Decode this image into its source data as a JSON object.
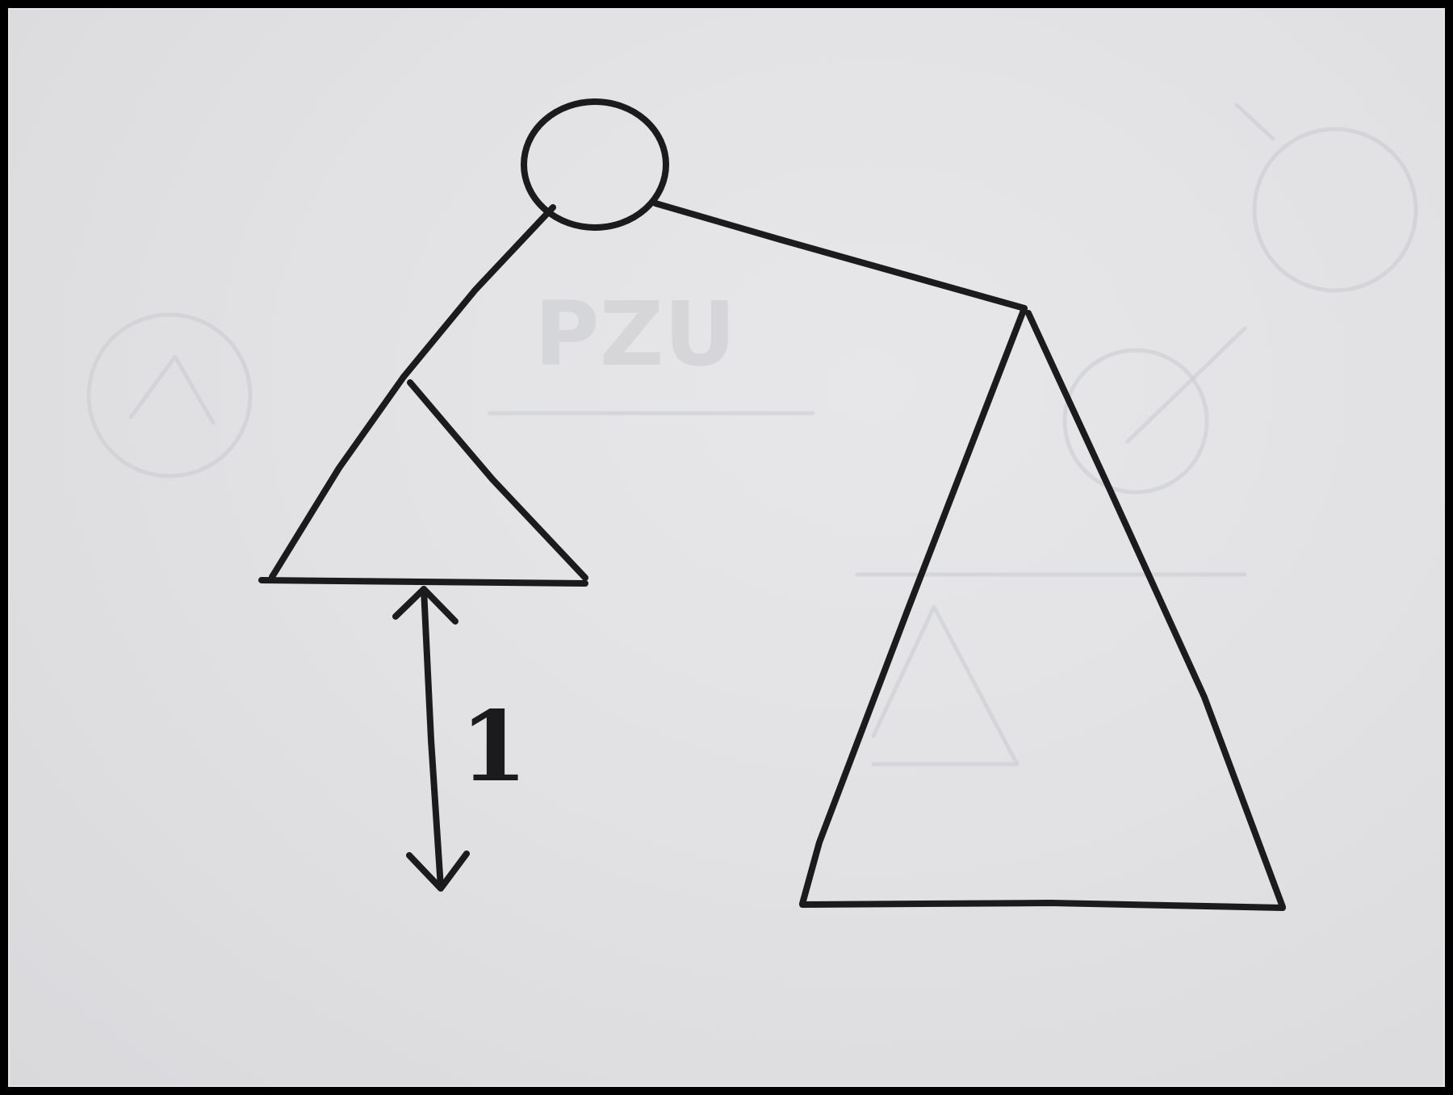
{
  "diagram": {
    "nodes": [
      {
        "id": "root",
        "shape": "circle"
      },
      {
        "id": "left-subtree",
        "shape": "triangle",
        "size": "small"
      },
      {
        "id": "right-subtree",
        "shape": "triangle",
        "size": "large"
      }
    ],
    "edges": [
      {
        "from": "root",
        "to": "left-subtree"
      },
      {
        "from": "root",
        "to": "right-subtree"
      }
    ],
    "height_difference_label": "1",
    "colors": {
      "ink": "#1b1b1d",
      "paper": "#e2e2e4",
      "border": "#000000"
    }
  }
}
